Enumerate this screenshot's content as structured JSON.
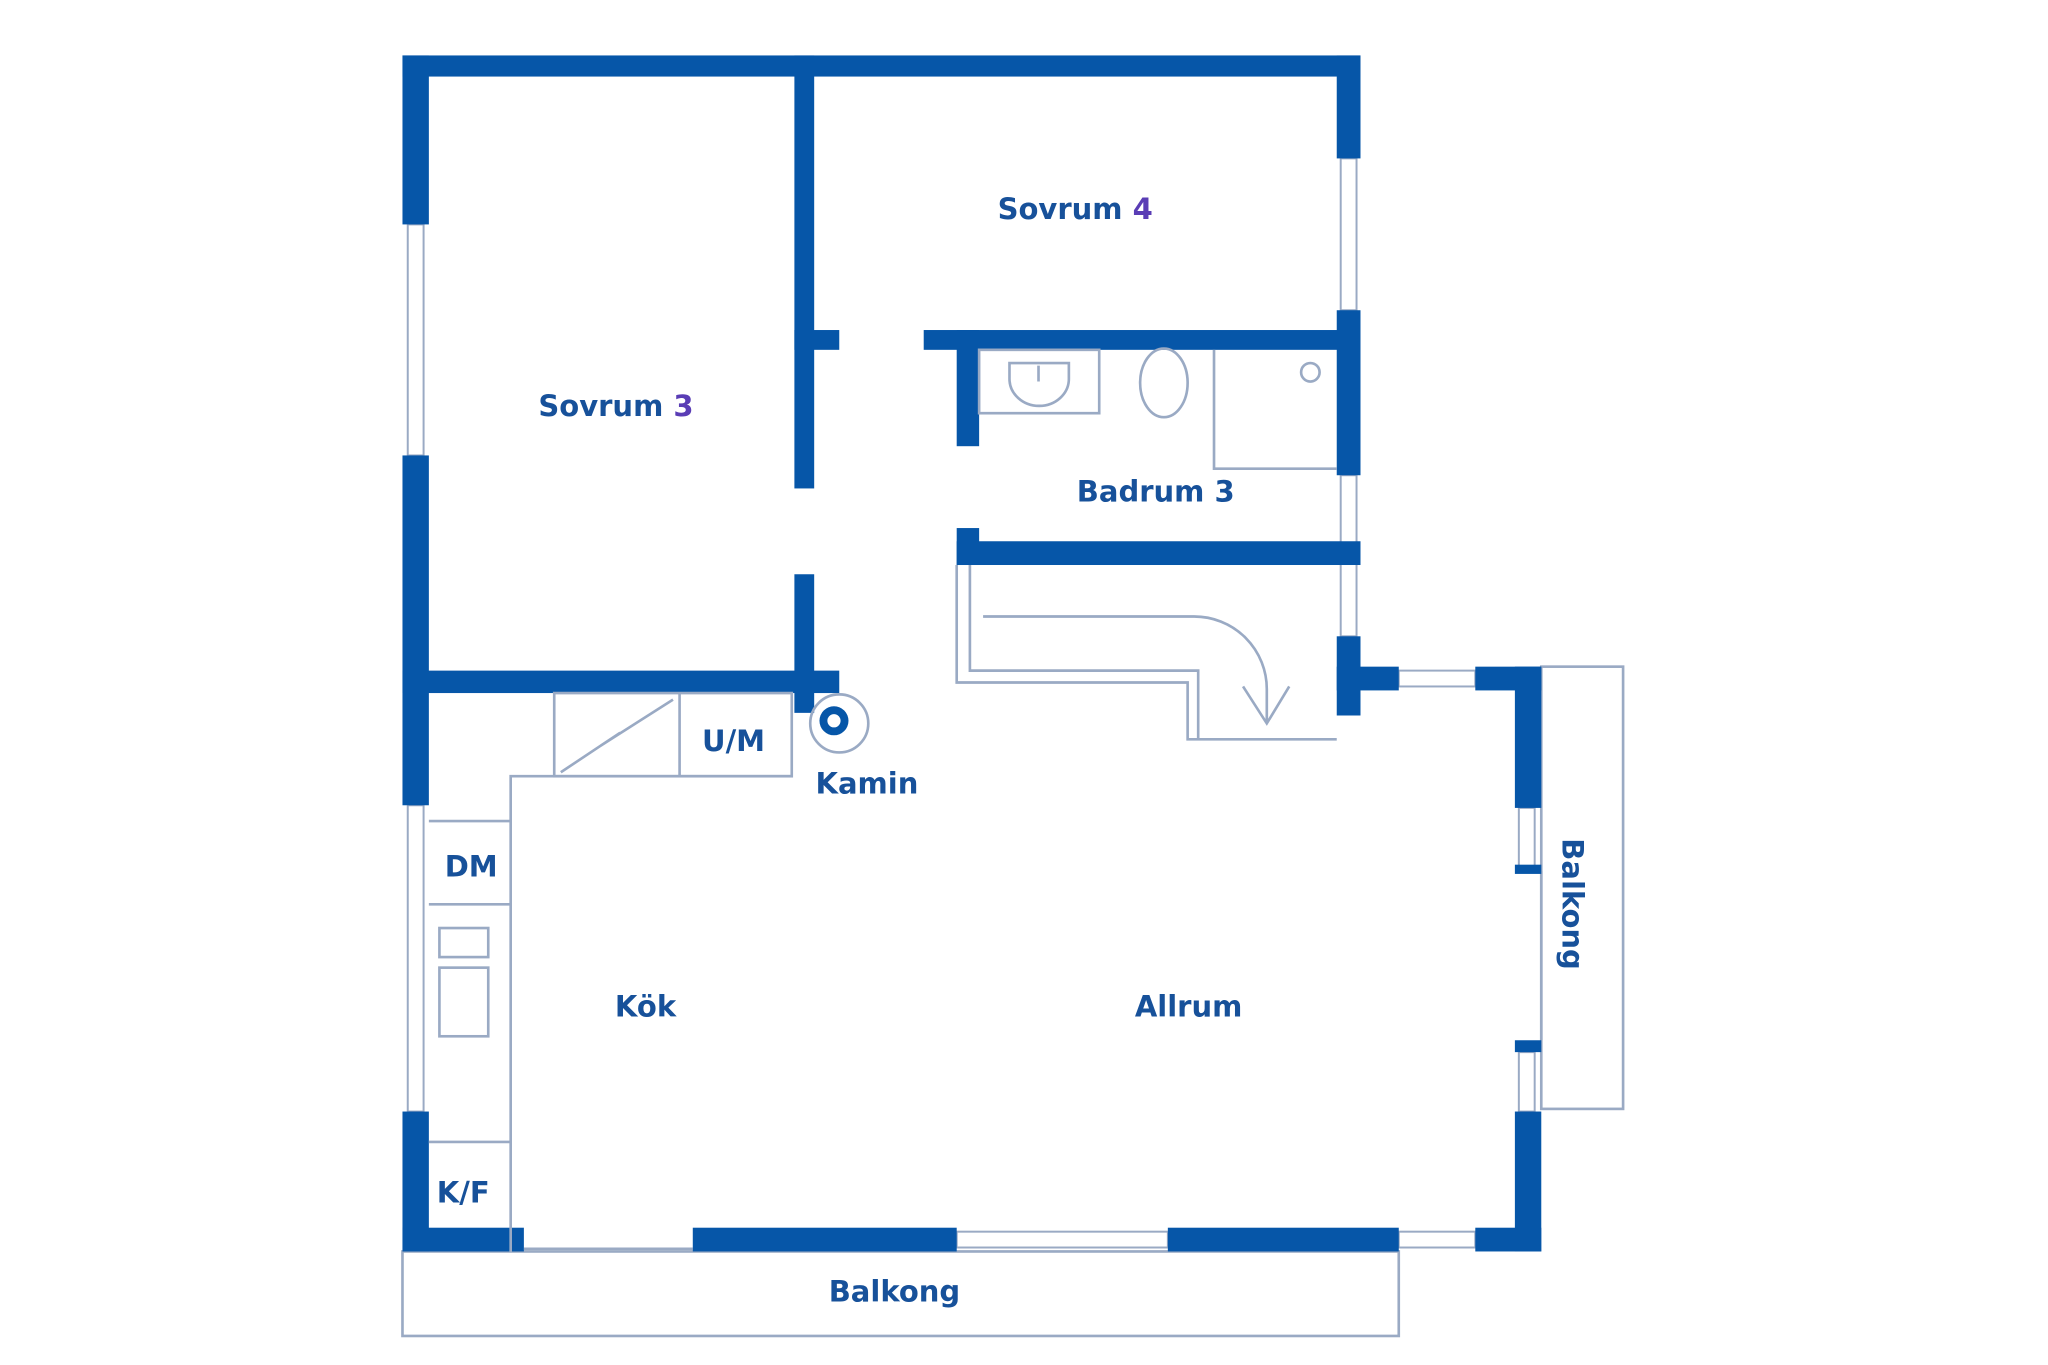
{
  "colors": {
    "wall": "#0656a8",
    "fixture_line": "#9aaac4",
    "label": "#17519a",
    "room_number": "#5a3db5"
  },
  "rooms": {
    "sovrum3": {
      "name": "Sovrum",
      "number": "3"
    },
    "sovrum4": {
      "name": "Sovrum",
      "number": "4"
    },
    "badrum3": "Badrum 3",
    "kok": "Kök",
    "allrum": "Allrum",
    "kamin": "Kamin",
    "balkong_bottom": "Balkong",
    "balkong_right": "Balkong"
  },
  "fixtures": {
    "um": "U/M",
    "dm": "DM",
    "kf": "K/F"
  }
}
